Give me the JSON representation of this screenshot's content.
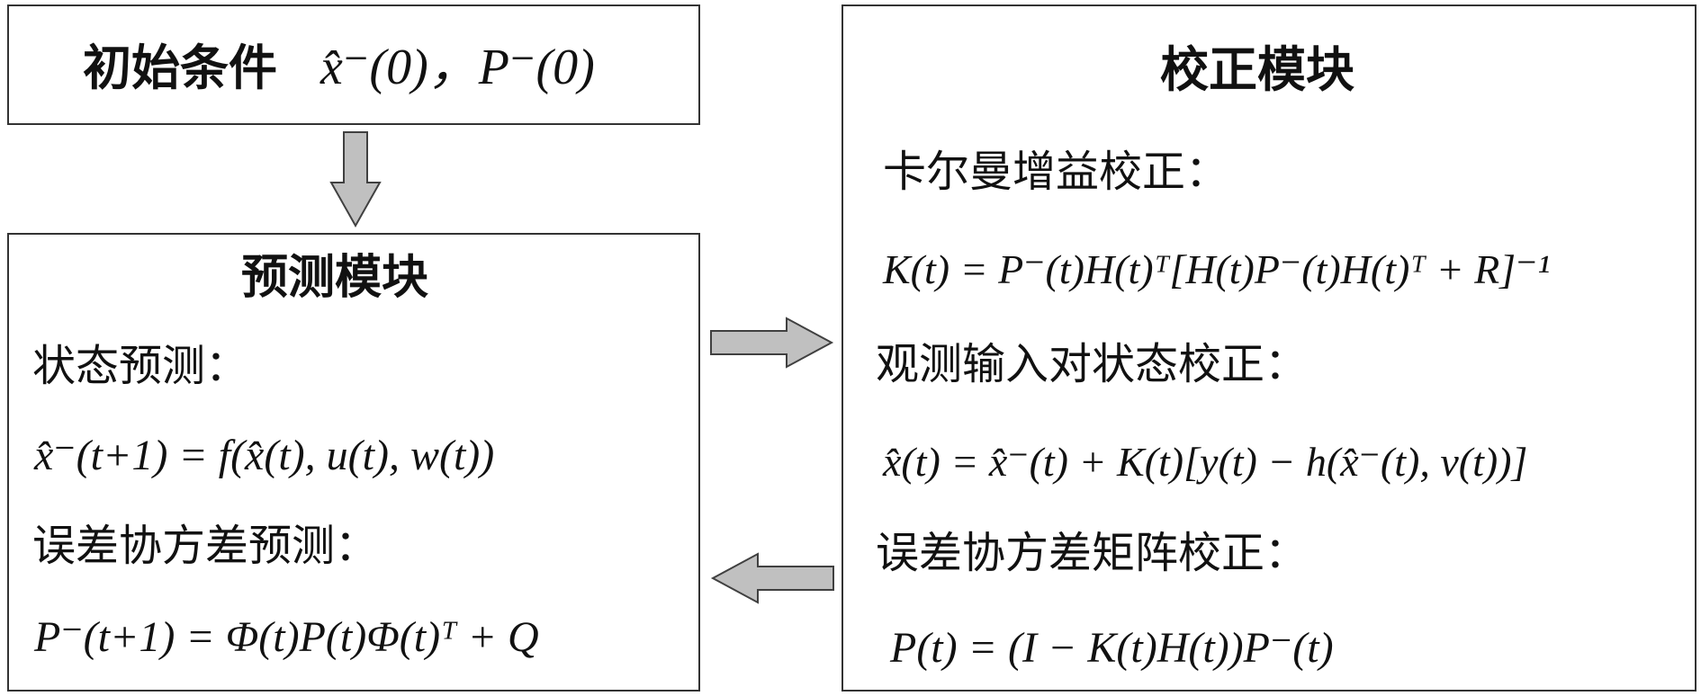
{
  "init": {
    "label": "初始条件",
    "formula": "x̂⁻(0)，P⁻(0)"
  },
  "predict": {
    "title": "预测模块",
    "state_label": "状态预测：",
    "state_formula": "x̂⁻(t+1) = f(x̂(t), u(t), w(t))",
    "cov_label": "误差协方差预测：",
    "cov_formula": "P⁻(t+1) = Φ(t)P(t)Φ(t)ᵀ + Q"
  },
  "correct": {
    "title": "校正模块",
    "gain_label": "卡尔曼增益校正：",
    "gain_formula": "K(t) = P⁻(t)H(t)ᵀ[H(t)P⁻(t)H(t)ᵀ + R]⁻¹",
    "obs_label": "观测输入对状态校正：",
    "obs_formula": "x̂(t) = x̂⁻(t) + K(t)[y(t) − h(x̂⁻(t), v(t))]",
    "cov_label": "误差协方差矩阵校正：",
    "cov_formula": "P(t) = (I − K(t)H(t))P⁻(t)"
  },
  "colors": {
    "border": "#333333",
    "arrow_fill": "#c0c0c0",
    "arrow_stroke": "#404040"
  }
}
